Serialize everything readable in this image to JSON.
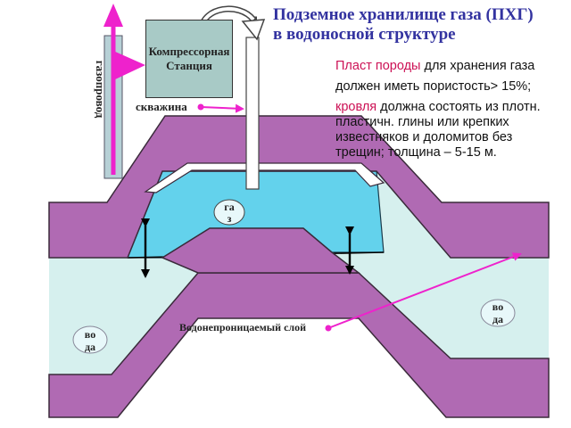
{
  "title": {
    "line1": "Подземное хранилище газа (ПХГ)",
    "line2": "в водоносной структуре"
  },
  "info": {
    "line1_hl": "Пласт породы",
    "line1_rest": " для хранения газа",
    "line2": "должен иметь пористость> 15%;",
    "line3_hl": "кровля",
    "line3_rest": " должна состоять из плотн.",
    "line4": "пластичн. глины или крепких",
    "line5": "известняков и доломитов без",
    "line6": "трещин; толщина – 5-15 м."
  },
  "labels": {
    "compressor": "Компрессорная Станция",
    "pipeline": "газопровод",
    "well": "скважина",
    "gas_line1": "га",
    "gas_line2": "з",
    "water_left_line1": "во",
    "water_left_line2": "да",
    "water_right_line1": "во",
    "water_right_line2": "да",
    "impermeable": "Водонепроницаемый слой"
  },
  "colors": {
    "rock": "#b06ab3",
    "rock_outline": "#3a2a3a",
    "water": "#d6f0ee",
    "gas": "#63d2ec",
    "pipe": "#b7d0d6",
    "compressor": "#a8cac6",
    "accent_magenta": "#ee22cc",
    "title": "#3333a0"
  },
  "icons": {
    "flow_arrow": "up-arrow-icon",
    "flow_inlet": "right-triangle-icon",
    "well_loop": "curved-arrow-icon",
    "thickness_marker": "double-arrow-icon"
  }
}
